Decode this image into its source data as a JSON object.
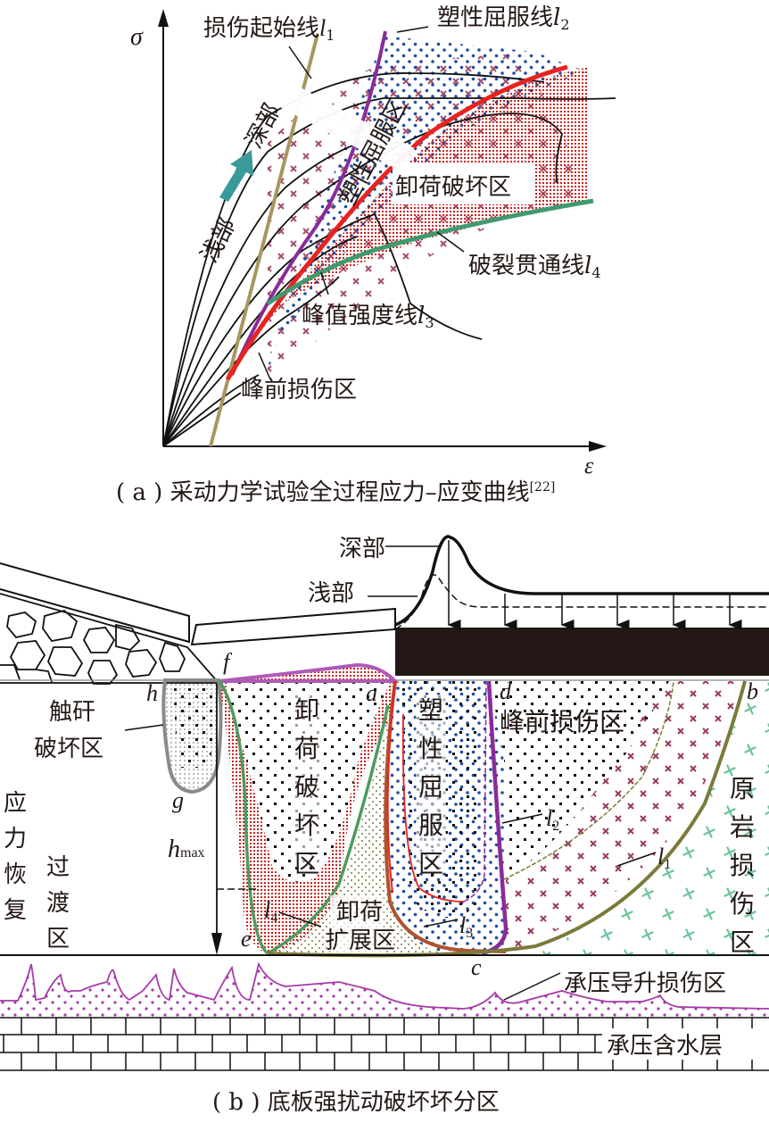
{
  "panel_a": {
    "caption": "( a ) 采动力学试验全过程应力–应变曲线",
    "caption_ref": "[22]",
    "axis_y": "σ",
    "axis_x": "ε",
    "direction_from": "浅部",
    "direction_to": "深部",
    "lines": {
      "l1": {
        "label": "损伤起始线",
        "sym": "l",
        "sub": "1",
        "color": "#a89660"
      },
      "l2": {
        "label": "塑性屈服线",
        "sym": "l",
        "sub": "2",
        "color": "#8a2b9a"
      },
      "l3": {
        "label": "峰值强度线",
        "sym": "l",
        "sub": "3",
        "color": "#e8231e"
      },
      "l4": {
        "label": "破裂贯通线",
        "sym": "l",
        "sub": "4",
        "color": "#3f9a6e"
      }
    },
    "zones": {
      "plastic_yield": "塑性屈服区",
      "unloading_failure": "卸荷破坏区",
      "pre_peak_damage": "峰前损伤区"
    }
  },
  "panel_b": {
    "caption": "( b ) 底板强扰动破坏坏分区",
    "stress_deep": "深部",
    "stress_shallow": "浅部",
    "points": {
      "a": "a",
      "b": "b",
      "c": "c",
      "d": "d",
      "e": "e",
      "f": "f",
      "g": "g",
      "h": "h"
    },
    "hmax_sym": "h",
    "hmax_sub": "max",
    "zones": {
      "gangue_contact": [
        "触矸",
        "破坏区"
      ],
      "stress_recovery": [
        "应",
        "力",
        "恢",
        "复"
      ],
      "transition": [
        "过",
        "渡",
        "区"
      ],
      "unloading_failure": [
        "卸",
        "荷",
        "破",
        "坏",
        "区"
      ],
      "unloading_extension": [
        "卸荷",
        "扩展区"
      ],
      "plastic_yield": [
        "塑",
        "性",
        "屈",
        "服",
        "区"
      ],
      "pre_peak_damage": "峰前损伤区",
      "original_rock_damage": [
        "原",
        "岩",
        "损",
        "伤",
        "区"
      ],
      "confined_rise": "承压导升损伤区",
      "confined_aquifer": "承压含水层"
    },
    "line_labels": {
      "l1": "1",
      "l2": "2",
      "l3": "3",
      "l4": "4",
      "sym": "l"
    }
  }
}
